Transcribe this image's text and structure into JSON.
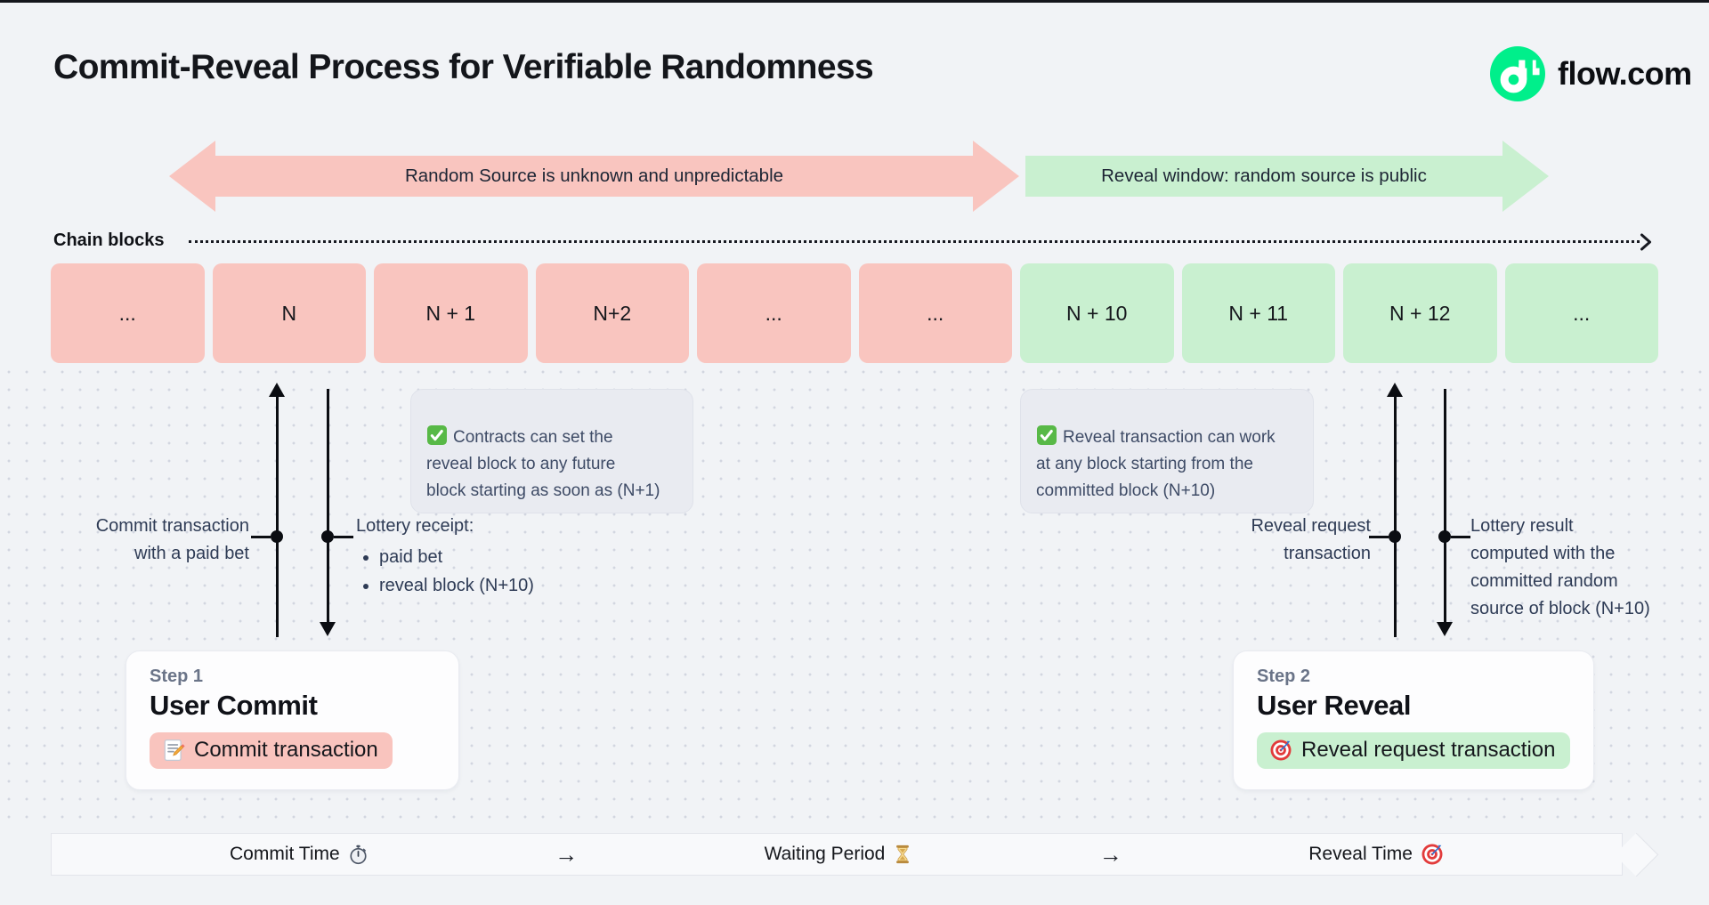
{
  "page": {
    "title": "Commit-Reveal Process for Verifiable Randomness",
    "brand": "flow.com"
  },
  "banners": {
    "red": "Random Source is unknown and unpredictable",
    "green": "Reveal window: random source is public"
  },
  "chain": {
    "label": "Chain blocks",
    "blocks": [
      {
        "label": "...",
        "phase": "pink"
      },
      {
        "label": "N",
        "phase": "pink"
      },
      {
        "label": "N + 1",
        "phase": "pink"
      },
      {
        "label": "N+2",
        "phase": "pink"
      },
      {
        "label": "...",
        "phase": "pink"
      },
      {
        "label": "...",
        "phase": "pink"
      },
      {
        "label": "N + 10",
        "phase": "green"
      },
      {
        "label": "N + 11",
        "phase": "green"
      },
      {
        "label": "N + 12",
        "phase": "green"
      },
      {
        "label": "...",
        "phase": "green"
      }
    ]
  },
  "notes": [
    {
      "icon": "check",
      "text": "Contracts can set the\nreveal block to any future\nblock starting as soon as (N+1)"
    },
    {
      "icon": "check",
      "text": "Reveal transaction can work\nat any block starting from the\ncommitted block (N+10)"
    }
  ],
  "callouts": {
    "commit_up": "Commit transaction\nwith a paid bet",
    "commit_down_title": "Lottery receipt:",
    "commit_down_bullets": [
      "paid bet",
      "reveal block (N+10)"
    ],
    "reveal_up": "Reveal request\ntransaction",
    "reveal_down": "Lottery result\ncomputed with the\ncommitted random\nsource of block (N+10)"
  },
  "steps": [
    {
      "label": "Step 1",
      "title": "User Commit",
      "button": "Commit transaction",
      "icon": "memo",
      "color": "pink"
    },
    {
      "label": "Step 2",
      "title": "User Reveal",
      "button": "Reveal request transaction",
      "icon": "target",
      "color": "green"
    }
  ],
  "timeline": {
    "items": [
      {
        "type": "label",
        "text": "Commit Time",
        "icon": "stopwatch"
      },
      {
        "type": "arrow",
        "text": "→"
      },
      {
        "type": "label",
        "text": "Waiting Period",
        "icon": "hourglass"
      },
      {
        "type": "arrow",
        "text": "→"
      },
      {
        "type": "label",
        "text": "Reveal Time",
        "icon": "target"
      }
    ]
  },
  "icons": {
    "check": "✅",
    "memo": "📝",
    "target": "🎯",
    "stopwatch": "⏱",
    "hourglass": "⏳",
    "arrow_right": "→",
    "flow_logo": "flow"
  },
  "colors": {
    "background": "#f1f3f6",
    "commit_pink": "#f9c5bf",
    "reveal_green": "#c9f0d0",
    "brand_green": "#00ef8b",
    "note_bg": "#e9ebf1",
    "text_dark": "#15171c",
    "text_slate": "#2e3b55"
  }
}
